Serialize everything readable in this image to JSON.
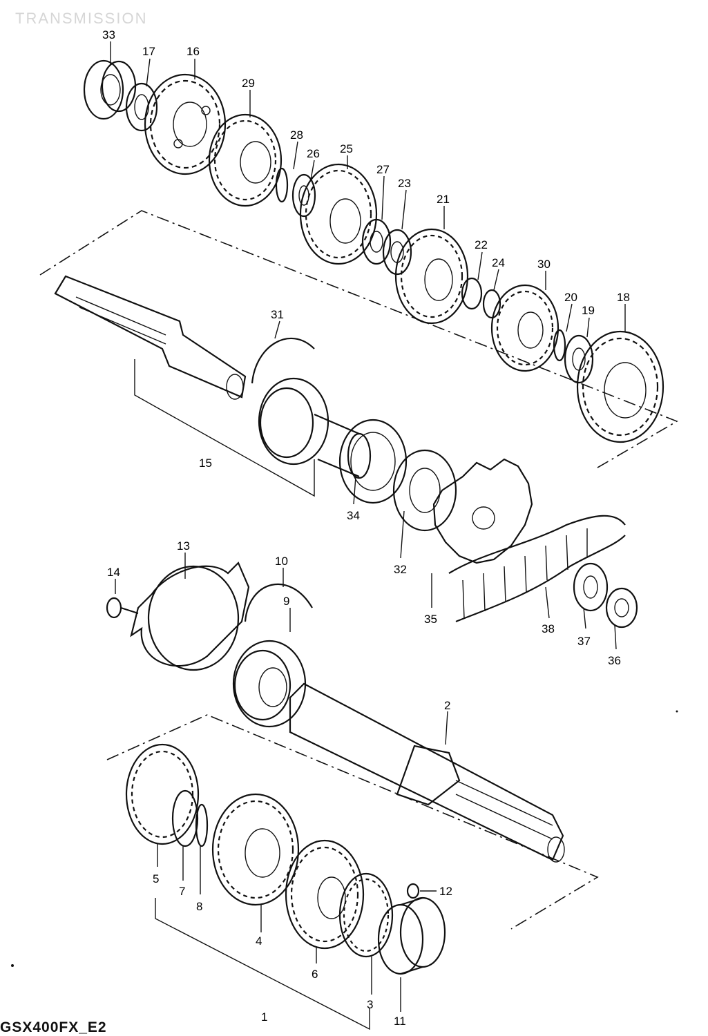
{
  "header": {
    "title": "TRANSMISSION"
  },
  "footer": {
    "model_code": "GSX400FX_E2"
  },
  "callouts": [
    {
      "id": "c1",
      "text": "1"
    },
    {
      "id": "c2",
      "text": "2"
    },
    {
      "id": "c3",
      "text": "3"
    },
    {
      "id": "c4",
      "text": "4"
    },
    {
      "id": "c5",
      "text": "5"
    },
    {
      "id": "c6",
      "text": "6"
    },
    {
      "id": "c7",
      "text": "7"
    },
    {
      "id": "c8",
      "text": "8"
    },
    {
      "id": "c9",
      "text": "9"
    },
    {
      "id": "c10",
      "text": "10"
    },
    {
      "id": "c11",
      "text": "11"
    },
    {
      "id": "c12",
      "text": "12"
    },
    {
      "id": "c13",
      "text": "13"
    },
    {
      "id": "c14",
      "text": "14"
    },
    {
      "id": "c15",
      "text": "15"
    },
    {
      "id": "c16",
      "text": "16"
    },
    {
      "id": "c17",
      "text": "17"
    },
    {
      "id": "c18",
      "text": "18"
    },
    {
      "id": "c19",
      "text": "19"
    },
    {
      "id": "c20",
      "text": "20"
    },
    {
      "id": "c21",
      "text": "21"
    },
    {
      "id": "c22",
      "text": "22"
    },
    {
      "id": "c23",
      "text": "23"
    },
    {
      "id": "c24",
      "text": "24"
    },
    {
      "id": "c25",
      "text": "25"
    },
    {
      "id": "c26",
      "text": "26"
    },
    {
      "id": "c27",
      "text": "27"
    },
    {
      "id": "c28",
      "text": "28"
    },
    {
      "id": "c29",
      "text": "29"
    },
    {
      "id": "c30",
      "text": "30"
    },
    {
      "id": "c31",
      "text": "31"
    },
    {
      "id": "c32",
      "text": "32"
    },
    {
      "id": "c33",
      "text": "33"
    },
    {
      "id": "c34",
      "text": "34"
    },
    {
      "id": "c35",
      "text": "35"
    },
    {
      "id": "c36",
      "text": "36"
    },
    {
      "id": "c37",
      "text": "37"
    },
    {
      "id": "c38",
      "text": "38"
    }
  ]
}
